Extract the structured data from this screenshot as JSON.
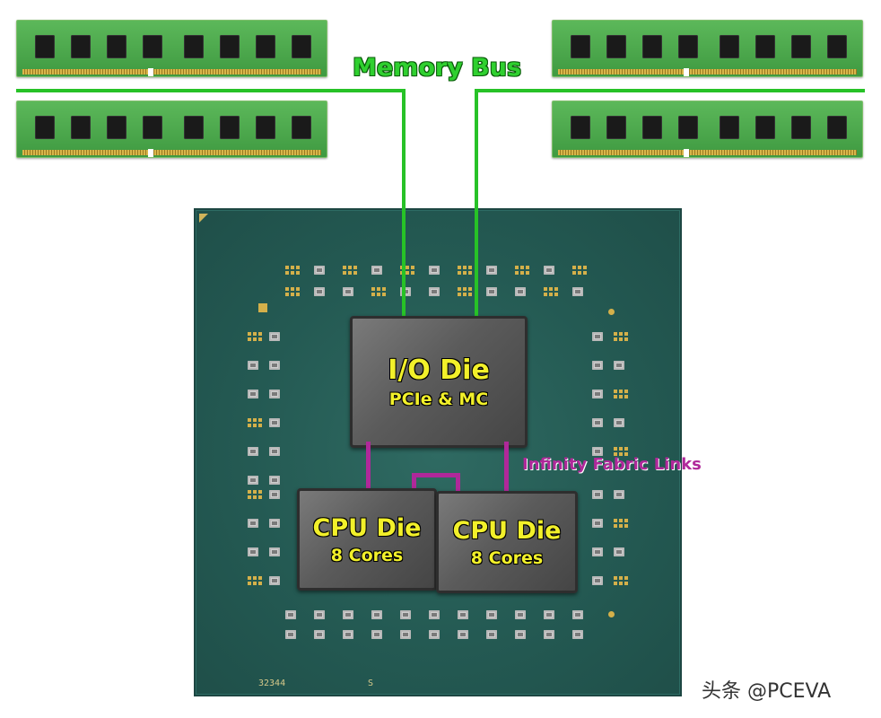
{
  "labels": {
    "memory_bus": "Memory Bus",
    "infinity_fabric": "Infinity Fabric Links"
  },
  "io_die": {
    "title": "I/O Die",
    "subtitle": "PCIe & MC"
  },
  "cpu_dies": [
    {
      "title": "CPU Die",
      "subtitle": "8 Cores"
    },
    {
      "title": "CPU Die",
      "subtitle": "8 Cores"
    }
  ],
  "package_markings": {
    "serial": "32344",
    "letter": "S"
  },
  "watermark": "头条 @PCEVA",
  "colors": {
    "memory_bus": "#27c227",
    "infinity_fabric": "#b0289a",
    "die_label": "#f2f02a",
    "substrate": "#2a5f58",
    "ram_pcb": "#4caa4b"
  }
}
